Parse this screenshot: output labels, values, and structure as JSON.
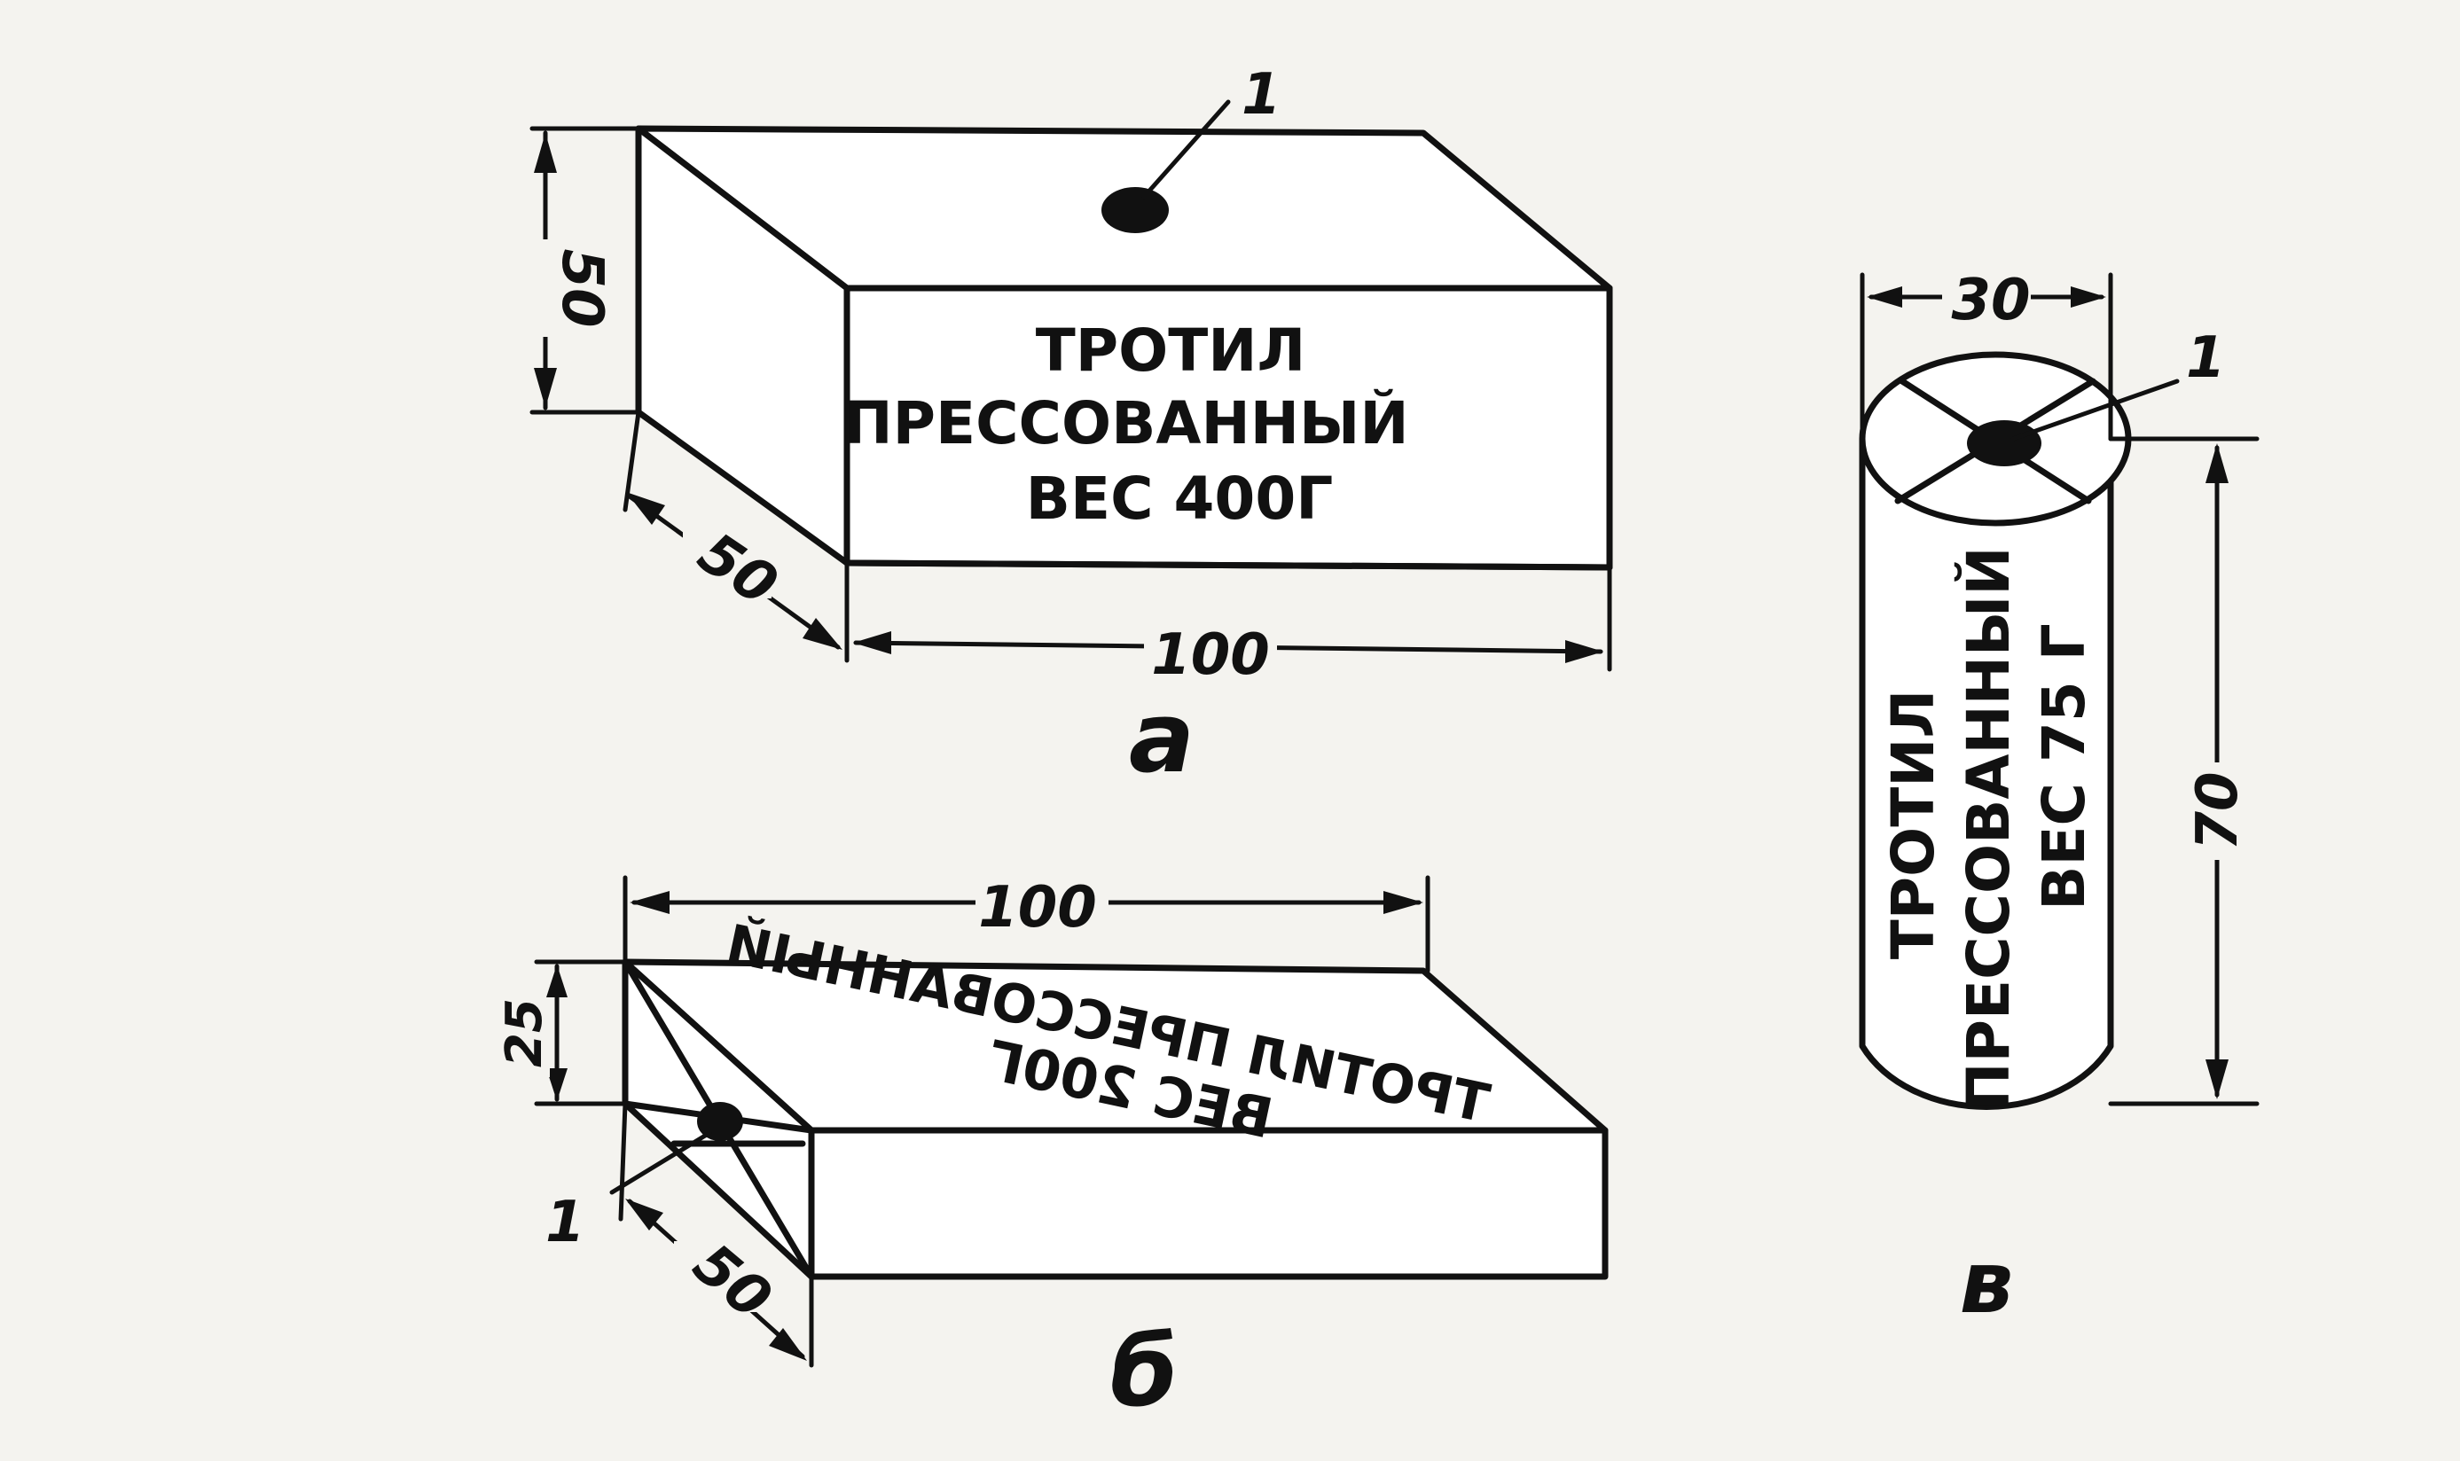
{
  "figure": {
    "callout": "1",
    "block_a": {
      "label_line1": "ТРОТИЛ",
      "label_line2": "ПРЕССОВАННЫЙ",
      "label_line3": "ВЕС 400Г",
      "dim_height": "50",
      "dim_depth": "50",
      "dim_length": "100",
      "caption": "а"
    },
    "block_b": {
      "label_line1": "ТРОТИЛ ПРЕССОВАННЫЙ",
      "label_line2": "ВЕС 200Г",
      "dim_length": "100",
      "dim_height": "25",
      "dim_depth": "50",
      "caption": "б"
    },
    "cylinder_v": {
      "label_line1": "ТРОТИЛ",
      "label_line2": "ПРЕССОВАННЫЙ",
      "label_line3": "ВЕС 75 Г",
      "dim_diameter": "30",
      "dim_height": "70",
      "caption": "в"
    }
  },
  "colors": {
    "ink": "#111111",
    "paper": "#f4f3ef",
    "ghost_text": "#d4d2cc"
  }
}
